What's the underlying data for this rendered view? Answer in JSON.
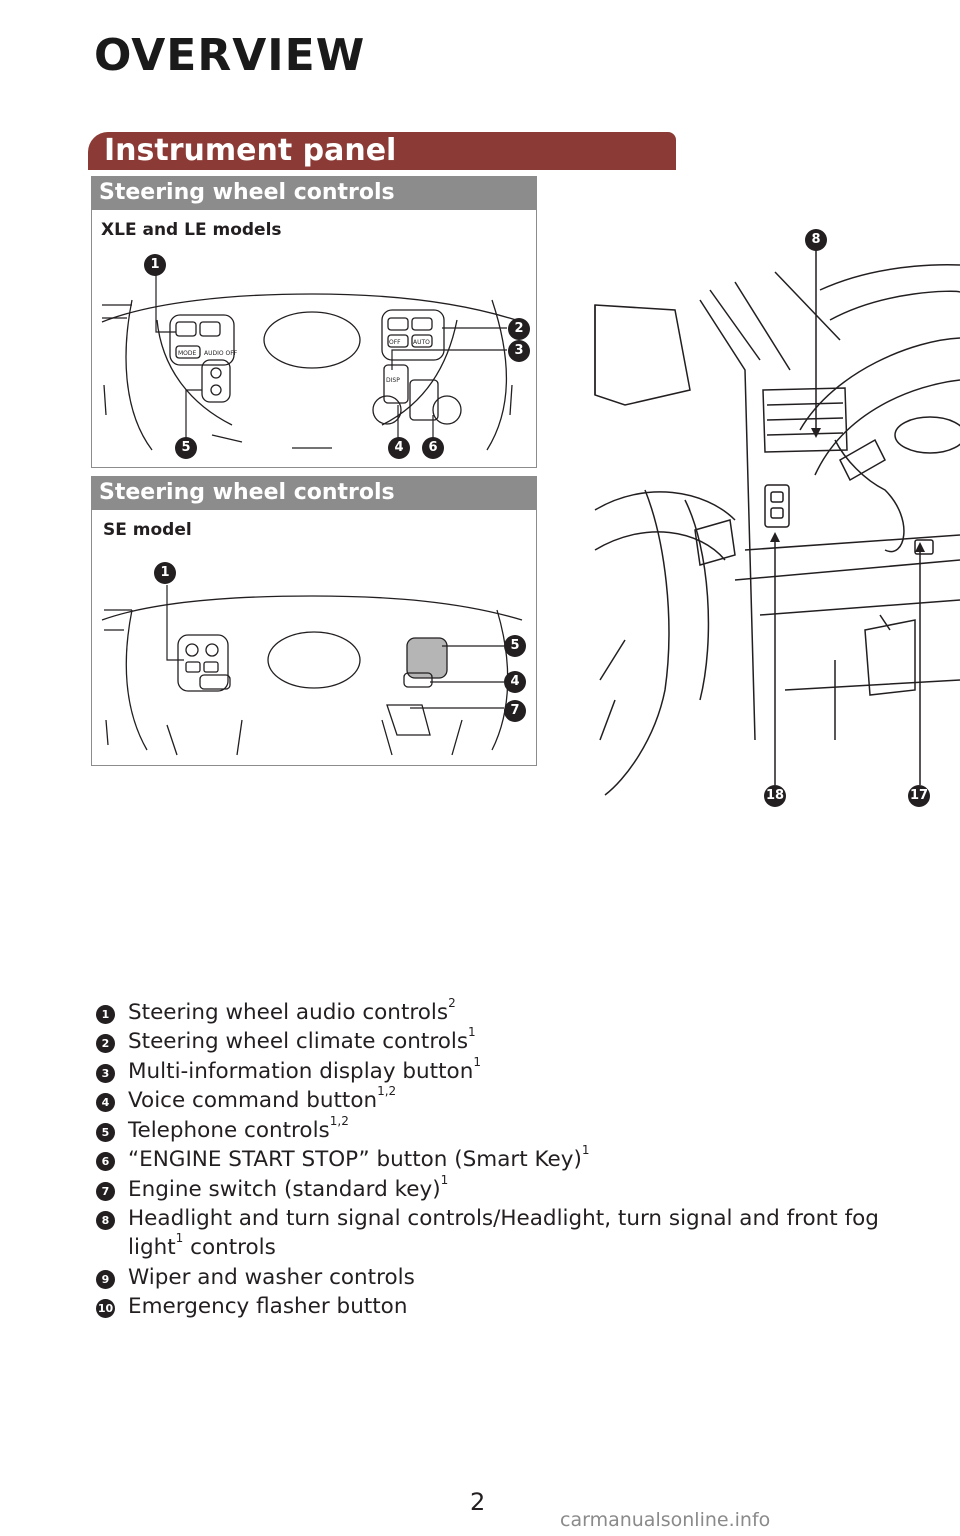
{
  "page": {
    "title": "OVERVIEW",
    "page_number": "2",
    "watermark": "carmanualsonline.info"
  },
  "section": {
    "title": "Instrument panel"
  },
  "panels": [
    {
      "header": "Steering wheel controls",
      "label": "XLE and LE models",
      "callouts": [
        "1",
        "2",
        "3",
        "4",
        "5",
        "6"
      ]
    },
    {
      "header": "Steering wheel controls",
      "label": "SE model",
      "callouts": [
        "1",
        "5",
        "4",
        "7"
      ]
    }
  ],
  "diagram": {
    "callouts": [
      "8",
      "18",
      "17"
    ],
    "button_labels": {
      "mode": "MODE",
      "audio_off": "AUDIO OFF",
      "off": "OFF",
      "auto": "AUTO",
      "disp": "DISP"
    }
  },
  "legend": [
    {
      "num": "1",
      "text": "Steering wheel audio controls",
      "sup": "2"
    },
    {
      "num": "2",
      "text": "Steering wheel climate controls",
      "sup": "1"
    },
    {
      "num": "3",
      "text": "Multi-information display button",
      "sup": "1"
    },
    {
      "num": "4",
      "text": "Voice command button",
      "sup": "1,2"
    },
    {
      "num": "5",
      "text": "Telephone controls",
      "sup": "1,2"
    },
    {
      "num": "6",
      "text": "“ENGINE START STOP” button (Smart Key)",
      "sup": "1"
    },
    {
      "num": "7",
      "text": "Engine switch (standard key)",
      "sup": "1"
    },
    {
      "num": "8",
      "text": "Headlight and turn signal controls/Headlight, turn signal and front fog",
      "line2": "light",
      "sup2": "1",
      "line2b": " controls"
    },
    {
      "num": "9",
      "text": "Wiper and washer controls"
    },
    {
      "num": "10",
      "text": "Emergency flasher button"
    }
  ]
}
